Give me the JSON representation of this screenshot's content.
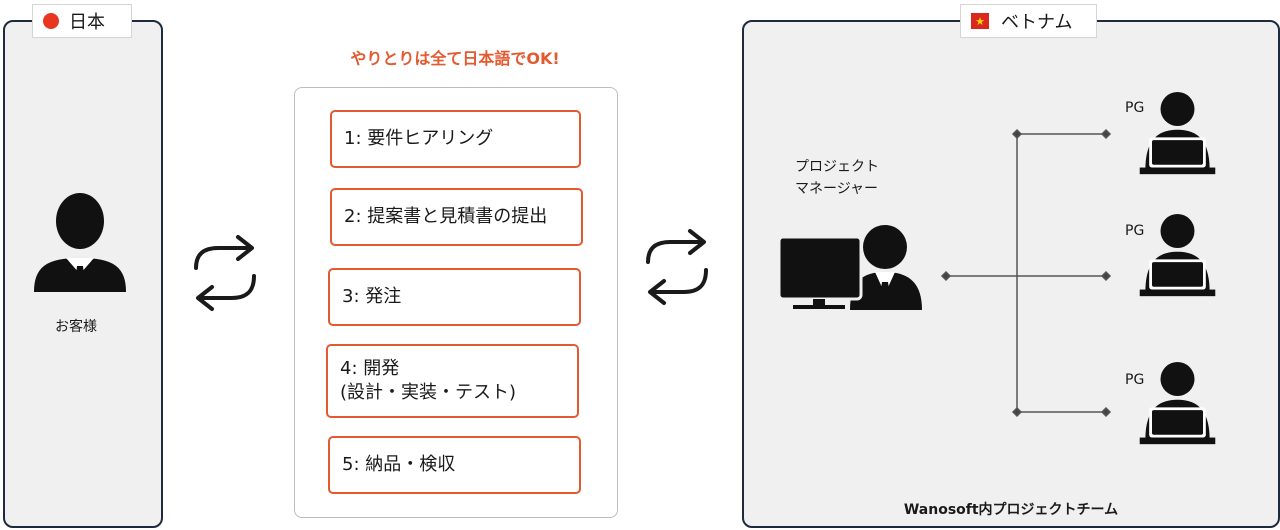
{
  "japan": {
    "tag": "日本",
    "customer_label": "お客様"
  },
  "vietnam": {
    "tag": "ベトナム",
    "pm_label_line1": "プロジェクト",
    "pm_label_line2": "マネージャー",
    "pg_label": "PG",
    "team_label": "Wanosoft内プロジェクトチーム"
  },
  "flow": {
    "title": "やりとりは全て日本語でOK!",
    "steps": [
      {
        "line1": "1: 要件ヒアリング"
      },
      {
        "line1": "2: 提案書と見積書の提出"
      },
      {
        "line1": "3: 発注"
      },
      {
        "line1": "4: 開発",
        "line2": "(設計・実装・テスト)"
      },
      {
        "line1": "5: 納品・検収"
      }
    ]
  },
  "colors": {
    "accent": "#e35a30",
    "panel_border": "#1e2a3e",
    "panel_bg": "#f0f0f0",
    "jp_red": "#e8361f",
    "vn_red": "#d9281e"
  }
}
